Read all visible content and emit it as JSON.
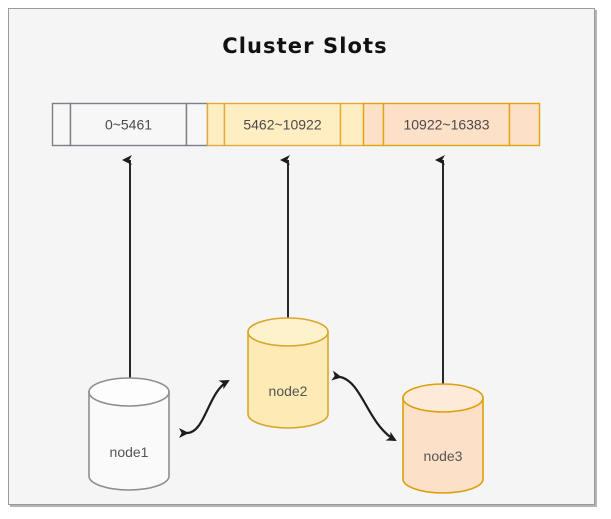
{
  "diagram": {
    "title": "Cluster Slots",
    "background_color": "#f5f5f5",
    "border_color": "#9a9a9a",
    "slot_bar": {
      "segments": [
        {
          "id": "node1-range",
          "label": "0~5461",
          "fill": "#f7f7f7",
          "stroke": "#7c7f86",
          "owner": "node1"
        },
        {
          "id": "node2-range",
          "label": "5462~10922",
          "fill": "#ffeec2",
          "stroke": "#e2a93b",
          "owner": "node2"
        },
        {
          "id": "node3-range",
          "label": "10922~16383",
          "fill": "#fde0c8",
          "stroke": "#e2a30f",
          "owner": "node3"
        }
      ]
    },
    "nodes": [
      {
        "id": "node1",
        "label": "node1",
        "fill": "#fafafa",
        "stroke": "#8e8e8e"
      },
      {
        "id": "node2",
        "label": "node2",
        "fill": "#fdeab4",
        "stroke": "#d9a62b"
      },
      {
        "id": "node3",
        "label": "node3",
        "fill": "#fde0c8",
        "stroke": "#dba00c"
      }
    ],
    "connections": [
      {
        "id": "node1-to-slots",
        "from": "node1",
        "to": "node1-range",
        "style": "straight-arrow-up"
      },
      {
        "id": "node2-to-slots",
        "from": "node2",
        "to": "node2-range",
        "style": "straight-arrow-up"
      },
      {
        "id": "node3-to-slots",
        "from": "node3",
        "to": "node3-range",
        "style": "straight-arrow-up"
      },
      {
        "id": "node1-node2-link",
        "from": "node1",
        "to": "node2",
        "style": "curved-bidirectional"
      },
      {
        "id": "node2-node3-link",
        "from": "node2",
        "to": "node3",
        "style": "curved-bidirectional"
      }
    ]
  }
}
